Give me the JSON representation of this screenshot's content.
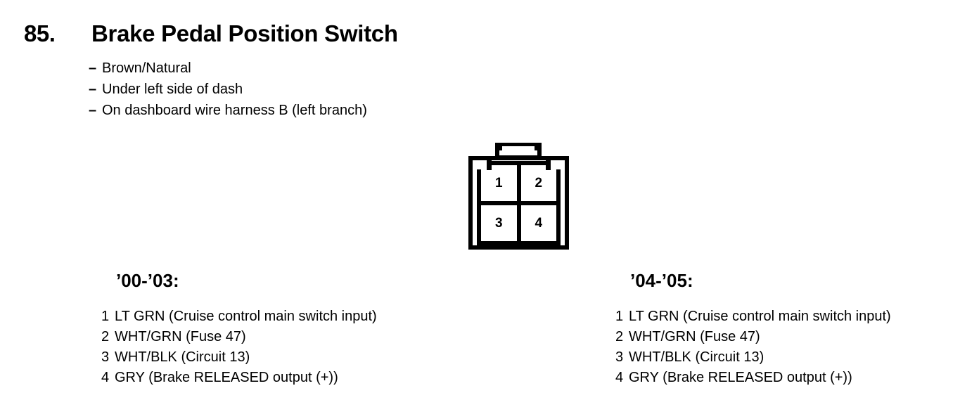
{
  "header": {
    "section_number": "85.",
    "title": "Brake Pedal Position Switch",
    "attributes": [
      {
        "dash": "–",
        "text": "Brown/Natural"
      },
      {
        "dash": "–",
        "text": "Under left side of dash"
      },
      {
        "dash": "–",
        "text": "On dashboard wire harness B (left branch)"
      }
    ]
  },
  "connector": {
    "pins": [
      {
        "number": "1"
      },
      {
        "number": "2"
      },
      {
        "number": "3"
      },
      {
        "number": "4"
      }
    ]
  },
  "columns": [
    {
      "heading": "’00-’03:",
      "rows": [
        {
          "number": "1",
          "label": "LT GRN (Cruise control main switch input)"
        },
        {
          "number": "2",
          "label": "WHT/GRN (Fuse 47)"
        },
        {
          "number": "3",
          "label": "WHT/BLK (Circuit 13)"
        },
        {
          "number": "4",
          "label": "GRY (Brake RELEASED output (+))"
        }
      ]
    },
    {
      "heading": "’04-’05:",
      "rows": [
        {
          "number": "1",
          "label": "LT GRN (Cruise control main switch input)"
        },
        {
          "number": "2",
          "label": "WHT/GRN (Fuse 47)"
        },
        {
          "number": "3",
          "label": "WHT/BLK (Circuit 13)"
        },
        {
          "number": "4",
          "label": "GRY (Brake RELEASED output (+))"
        }
      ]
    }
  ],
  "colors": {
    "ink": "#000000",
    "paper": "#ffffff"
  }
}
